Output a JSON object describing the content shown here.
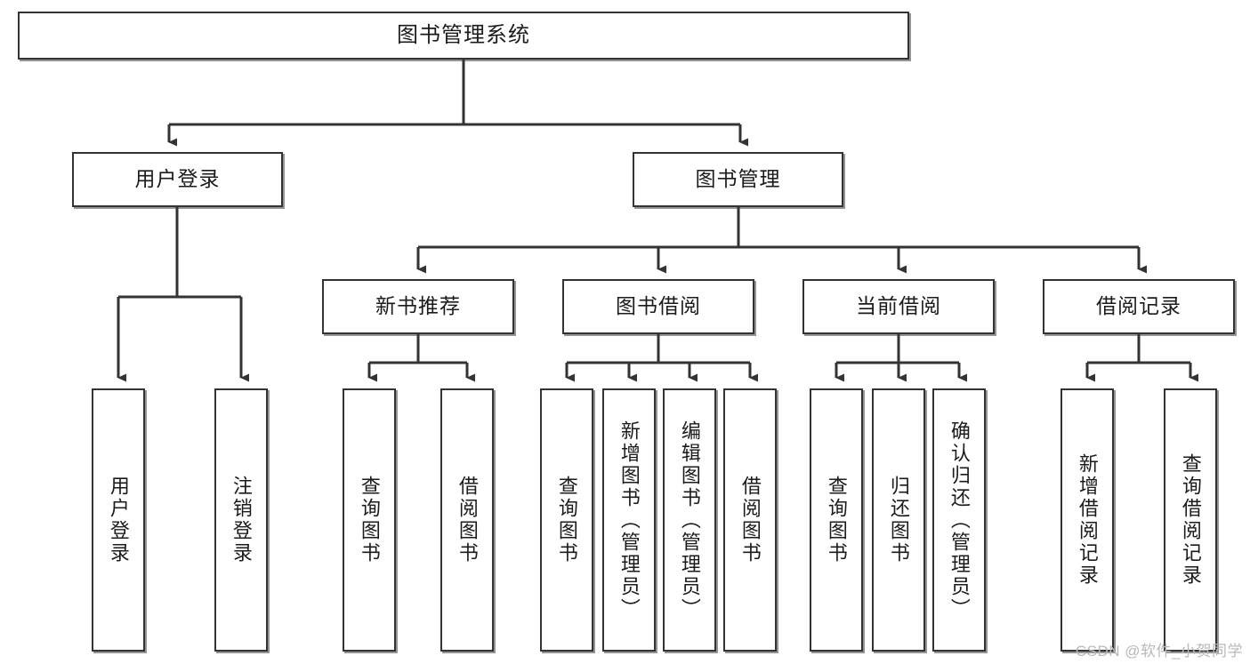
{
  "diagram": {
    "title": "图书管理系统",
    "type": "tree",
    "watermark": "CSDN @软件_小贺同学",
    "colors": {
      "stroke": "#333333",
      "fill": "#ffffff",
      "text": "#1b1b1b",
      "watermark": "#b9b9b9"
    },
    "root": {
      "label": "图书管理系统"
    },
    "level2": [
      {
        "label": "用户登录"
      },
      {
        "label": "图书管理"
      }
    ],
    "level3": [
      {
        "label": "新书推荐"
      },
      {
        "label": "图书借阅"
      },
      {
        "label": "当前借阅"
      },
      {
        "label": "借阅记录"
      }
    ],
    "leaves": {
      "user_login": [
        {
          "label": "用户登录"
        },
        {
          "label": "注销登录"
        }
      ],
      "new_book_recommend": [
        {
          "label": "查询图书"
        },
        {
          "label": "借阅图书"
        }
      ],
      "book_borrow": [
        {
          "label": "查询图书"
        },
        {
          "label": "新增图书（管理员）"
        },
        {
          "label": "编辑图书（管理员）"
        },
        {
          "label": "借阅图书"
        }
      ],
      "current_borrow": [
        {
          "label": "查询图书"
        },
        {
          "label": "归还图书"
        },
        {
          "label": "确认归还（管理员）"
        }
      ],
      "borrow_record": [
        {
          "label": "新增借阅记录"
        },
        {
          "label": "查询借阅记录"
        }
      ]
    }
  }
}
